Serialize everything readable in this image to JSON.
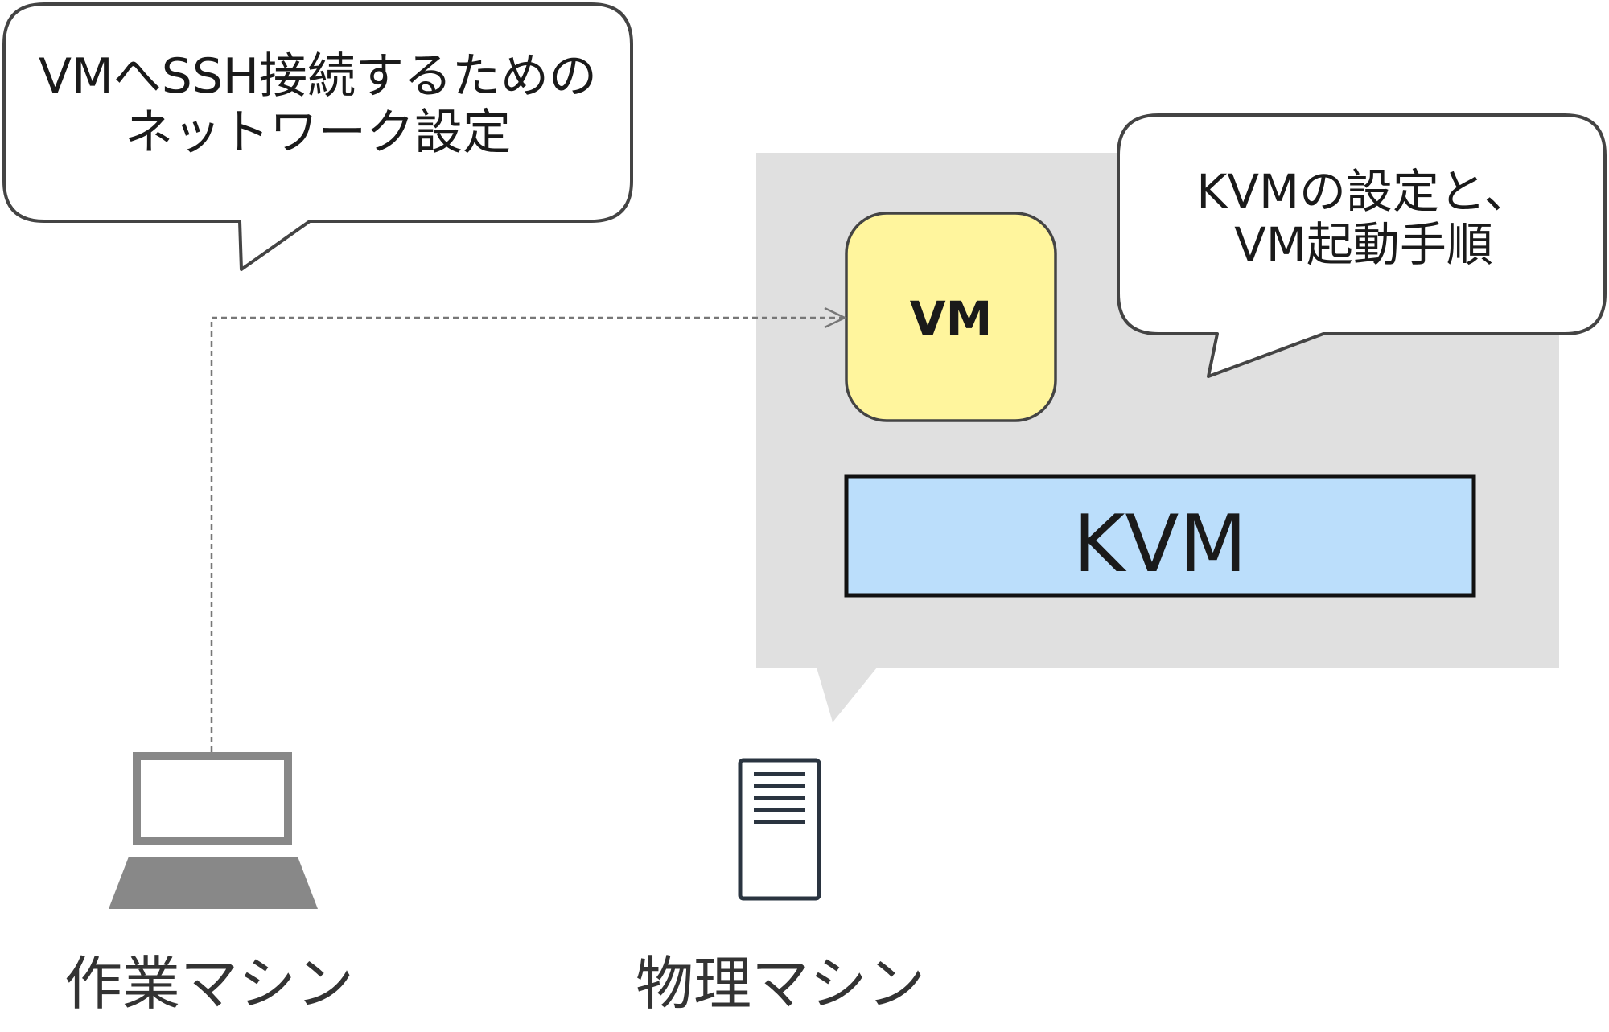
{
  "bubbles": {
    "network": {
      "line1": "VMへSSH接続するための",
      "line2": "ネットワーク設定"
    },
    "kvm": {
      "line1": "KVMの設定と、",
      "line2": "VM起動手順"
    }
  },
  "nodes": {
    "vm": {
      "label": "VM",
      "fill": "#FFF59D"
    },
    "kvm": {
      "label": "KVM",
      "fill": "#BBDEFB"
    },
    "host_box": {
      "fill": "#E0E0E0"
    }
  },
  "machines": {
    "work": {
      "label": "作業マシン",
      "icon": "laptop-icon"
    },
    "physical": {
      "label": "物理マシン",
      "icon": "server-icon"
    }
  },
  "connection": {
    "style": "dashed",
    "from": "work",
    "to": "vm"
  }
}
